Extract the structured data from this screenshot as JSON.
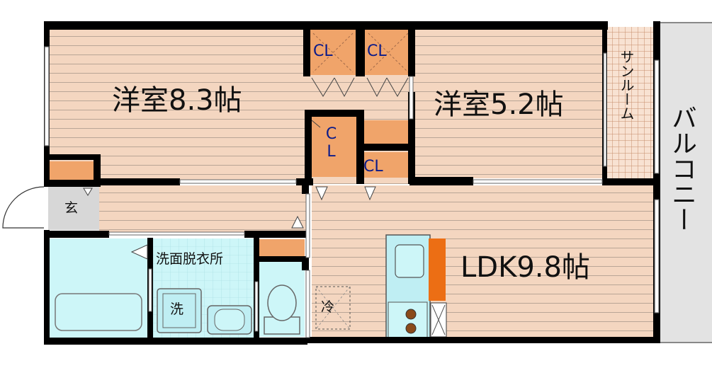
{
  "rooms": {
    "western_large": "洋室8.3帖",
    "western_small": "洋室5.2帖",
    "ldk": "LDK9.8帖",
    "entrance": "玄",
    "washroom": "洗面脱衣所",
    "sunroom": "サンルーム",
    "balcony": "バルコニー"
  },
  "fixtures": {
    "closet": "CL",
    "washer": "洗",
    "fridge": "冷"
  },
  "colors": {
    "floor": "#f4d6c0",
    "closet": "#f0a46a",
    "wall": "#000000",
    "water": "#cdf6f8",
    "balcony": "#e3e3e3",
    "fixture_blue": "#bfeef3",
    "stove_orange": "#ec6e14"
  }
}
